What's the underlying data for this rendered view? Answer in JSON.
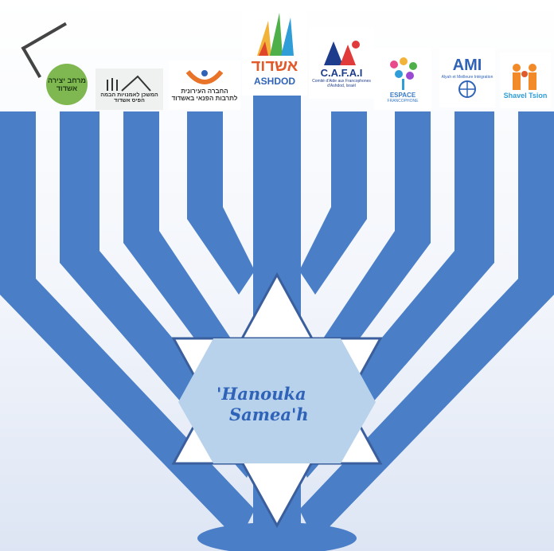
{
  "colors": {
    "menorah_blue": "#4a7fc8",
    "star_fill": "#ffffff",
    "star_inner": "#b8d2ec",
    "text_blue": "#2f63b8"
  },
  "greeting": {
    "line1": "'Hanouka",
    "line2": "Samea'h"
  },
  "logos": {
    "ashdod_heb": "אשדוד",
    "ashdod_lat": "ASHDOD",
    "cafai": "C.A.F.A.I",
    "cafai_sub": "Comité d'Aide aux Francophones d'Ashdod, Israël",
    "espace": "ESPACE",
    "espace_sub": "FRANCOPHONE",
    "ami": "AMI",
    "ami_sub": "Alyah et Meilleure Intégration",
    "shavel": "Shavel Tsion",
    "merhav_1": "מרחב יצירה",
    "merhav_2": "אשדוד",
    "mishkan_1": "המשכן לאמנויות הבמה",
    "mishkan_2": "הפיס אשדוד",
    "hevra_1": "החברה העירונית",
    "hevra_2": "לתרבות הפנאי באשדוד"
  }
}
